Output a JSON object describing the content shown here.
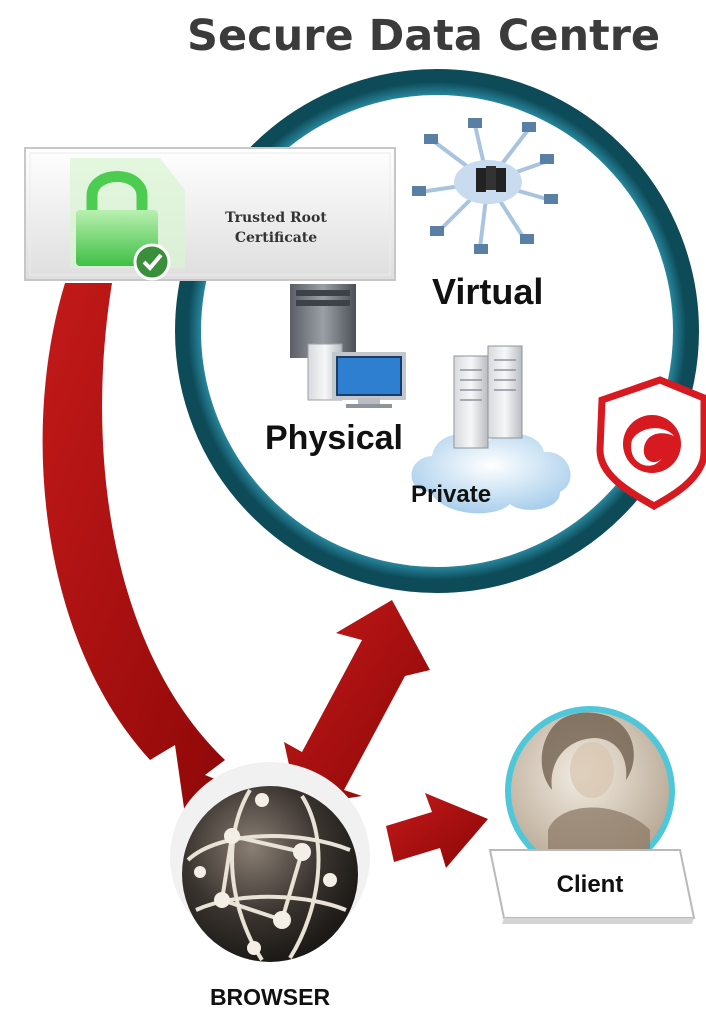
{
  "diagram": {
    "title": "Secure Data Centre",
    "certificate": {
      "line1": "Trusted Root",
      "line2": "Certificate"
    },
    "labels": {
      "virtual": "Virtual",
      "physical": "Physical",
      "private": "Private",
      "client": "Client",
      "browser": "BROWSER"
    },
    "icons": {
      "certificate": "padlock-with-checkmark-icon",
      "virtual": "network-hub-icon",
      "physical": "server-computer-icon",
      "private": "cloud-server-icon",
      "shield": "security-shield-logo-icon",
      "browser": "network-globe-icon",
      "client": "user-avatar"
    },
    "colors": {
      "ring": "#1e7186",
      "arrow": "#b10b0b",
      "title": "#3b3b3b",
      "shield": "#d71920",
      "certificate_green": "#39b54a"
    }
  }
}
